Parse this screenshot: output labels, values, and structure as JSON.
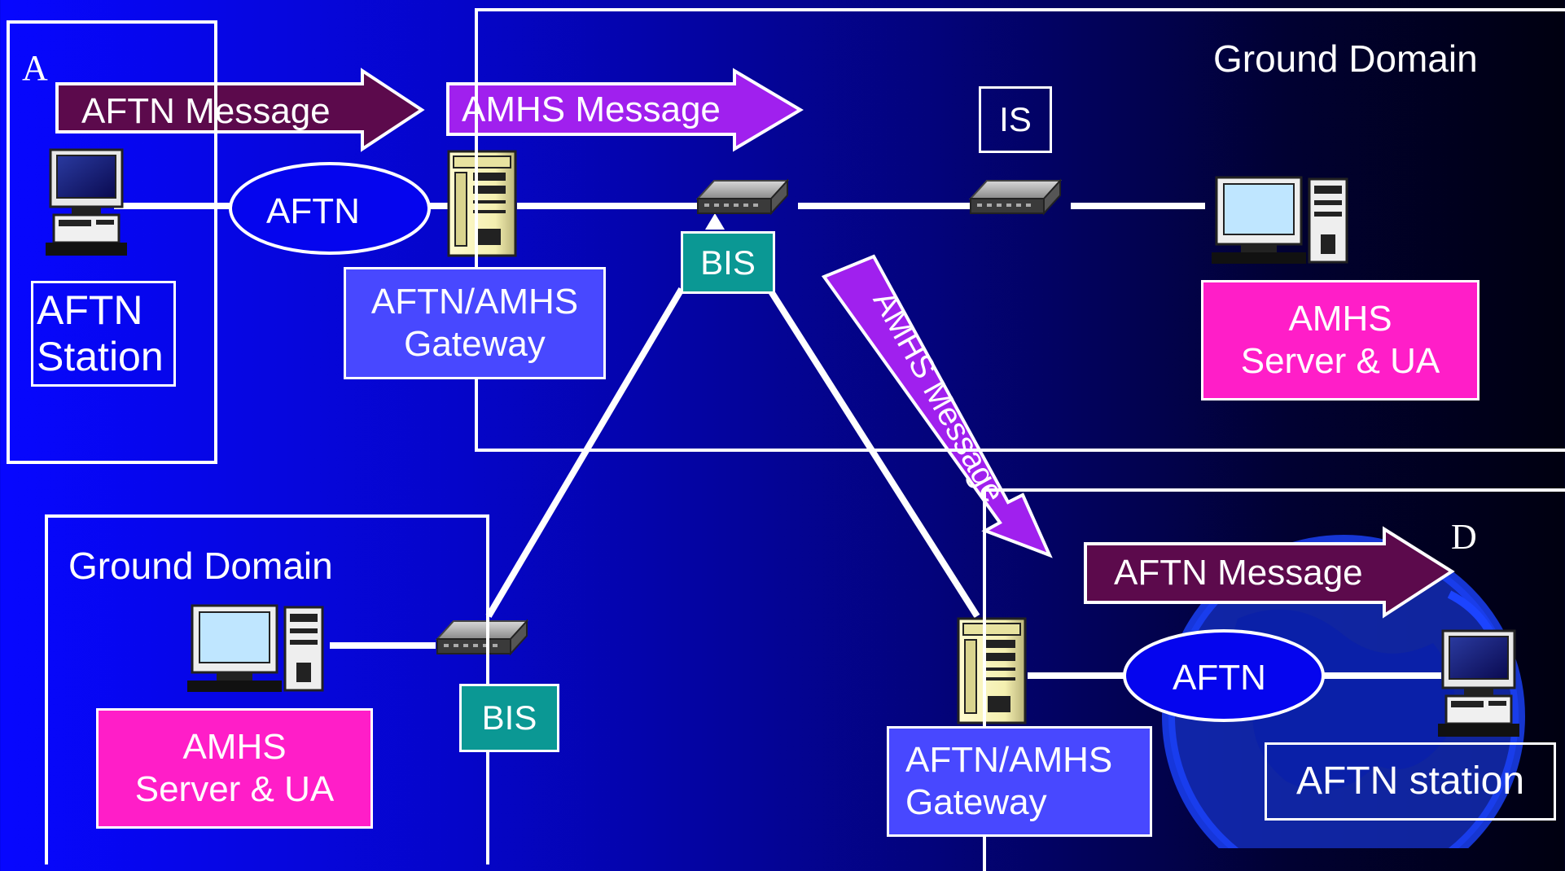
{
  "corner_labels": {
    "a": "A",
    "d": "D"
  },
  "domains": {
    "top_right": "Ground Domain",
    "bottom_left": "Ground Domain"
  },
  "arrows": {
    "aftn_message_top": "AFTN Message",
    "amhs_message_top": "AMHS Message",
    "amhs_message_diagonal": "AMHS Message",
    "aftn_message_bottom": "AFTN Message"
  },
  "nodes": {
    "aftn_station_a": {
      "line1": "AFTN",
      "line2": "Station"
    },
    "aftn_cloud_a": "AFTN",
    "gateway_a": {
      "line1": "AFTN/AMHS",
      "line2": "Gateway"
    },
    "bis_top": "BIS",
    "is": "IS",
    "amhs_server_right": {
      "line1": "AMHS",
      "line2": "Server & UA"
    },
    "amhs_server_left": {
      "line1": "AMHS",
      "line2": "Server & UA"
    },
    "bis_bottom": "BIS",
    "gateway_d": {
      "line1": "AFTN/AMHS",
      "line2": "Gateway"
    },
    "aftn_cloud_d": "AFTN",
    "aftn_station_d": "AFTN station"
  },
  "colors": {
    "aftn_arrow": "#5c0a4c",
    "amhs_arrow": "#a020ee",
    "gateway_box": "#4848ff",
    "server_box": "#ff1ec8",
    "bis_box": "#0b9894",
    "cloud": "#0505ee",
    "globe": "#1a3ad8"
  },
  "icons": [
    "workstation-icon",
    "server-tower-icon",
    "router-icon",
    "globe-icon"
  ]
}
